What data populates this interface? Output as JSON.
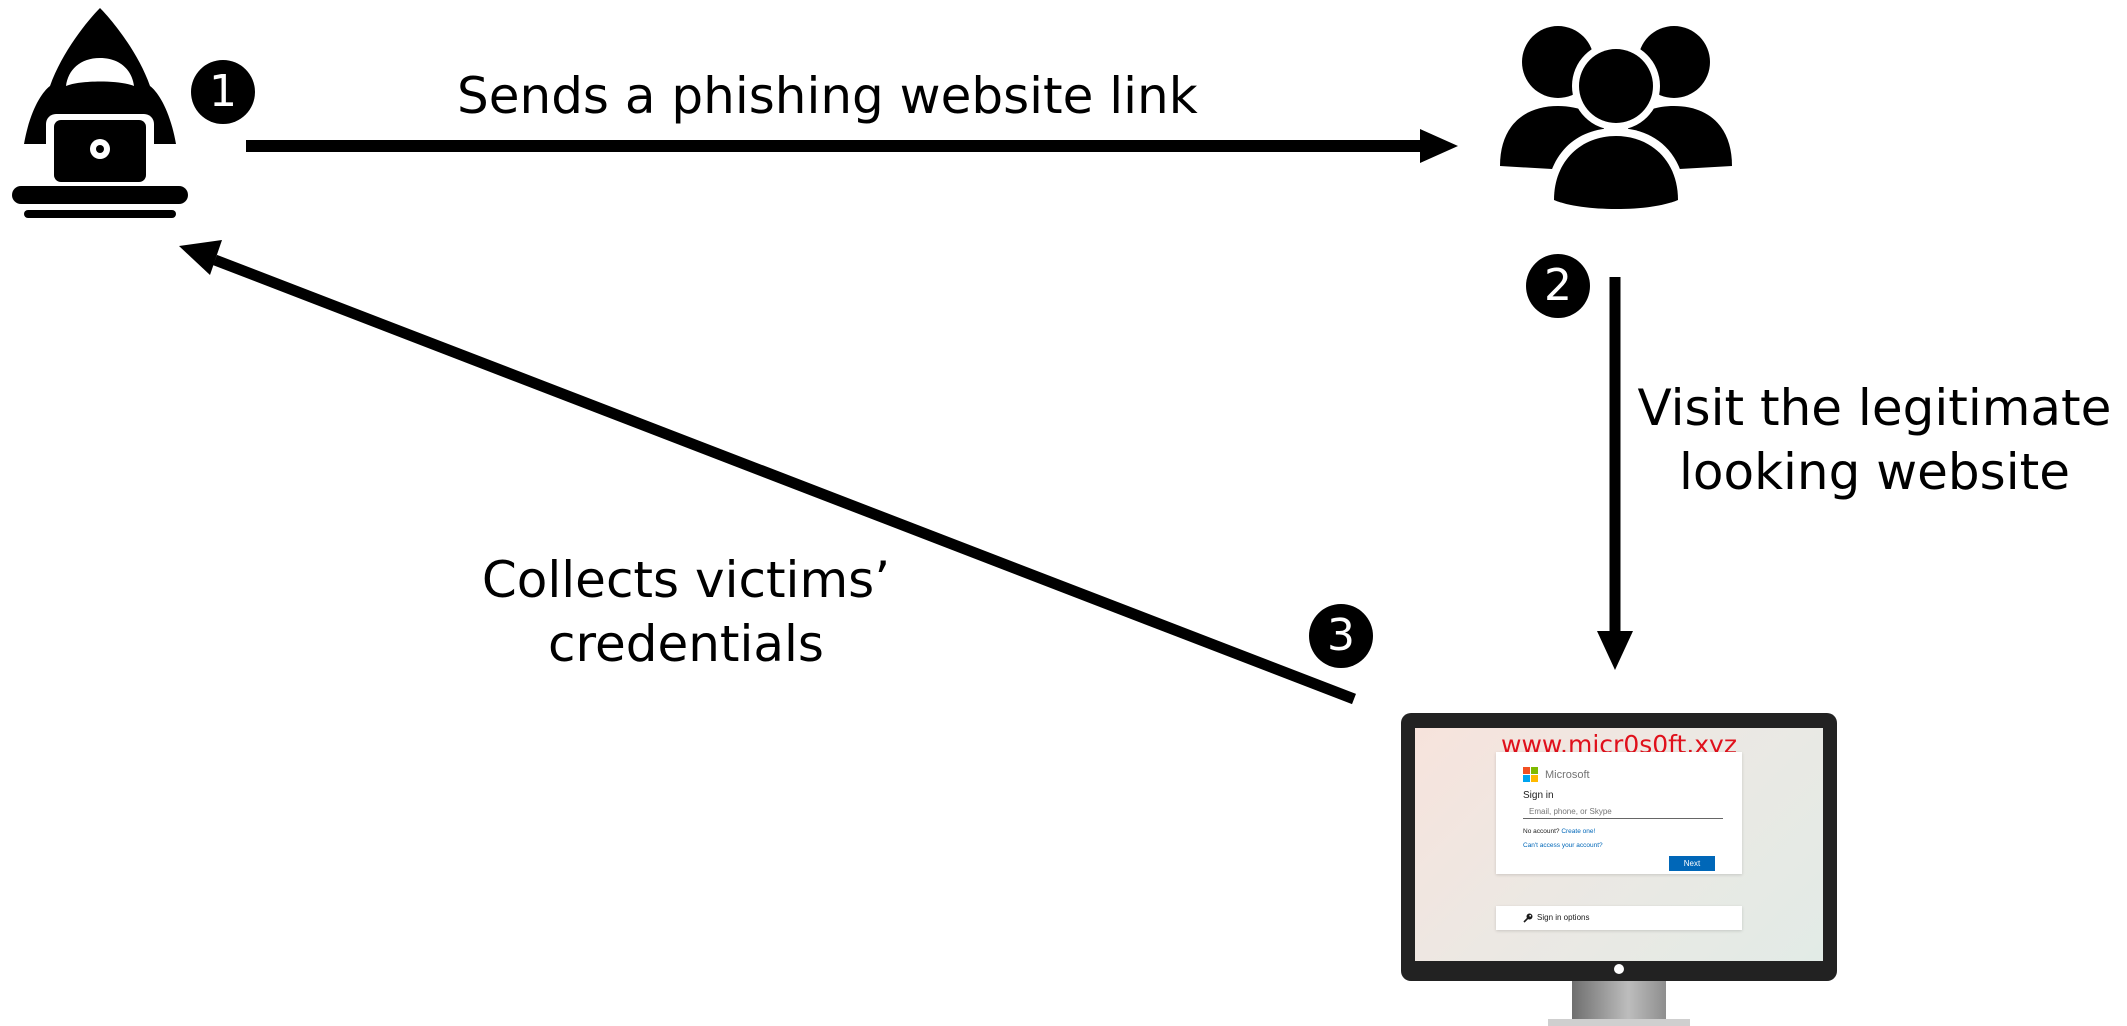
{
  "steps": {
    "step1": {
      "number": "1",
      "label": "Sends a phishing website link"
    },
    "step2": {
      "number": "2",
      "label_line1": "Visit the legitimate",
      "label_line2": "looking website"
    },
    "step3": {
      "number": "3",
      "label_line1": "Collects victims’",
      "label_line2": "credentials"
    }
  },
  "actors": {
    "attacker_icon": "hacker-with-laptop-icon",
    "victims_icon": "user-group-icon",
    "monitor_icon": "desktop-monitor-icon"
  },
  "phishing_page": {
    "url": "www.micr0s0ft.xyz",
    "brand": "Microsoft",
    "title": "Sign in",
    "email_placeholder": "Email, phone, or Skype",
    "no_account_text": "No account?",
    "create_link": "Create one!",
    "cant_access_link": "Can't access your account?",
    "next_label": "Next",
    "sign_in_options_label": "Sign in options",
    "key_icon": "key-icon"
  },
  "colors": {
    "url_text": "#e0101b",
    "arrow": "#000000",
    "next_button": "#0067b8",
    "ms_logo": [
      "#f25022",
      "#7fba00",
      "#00a4ef",
      "#ffb900"
    ]
  }
}
